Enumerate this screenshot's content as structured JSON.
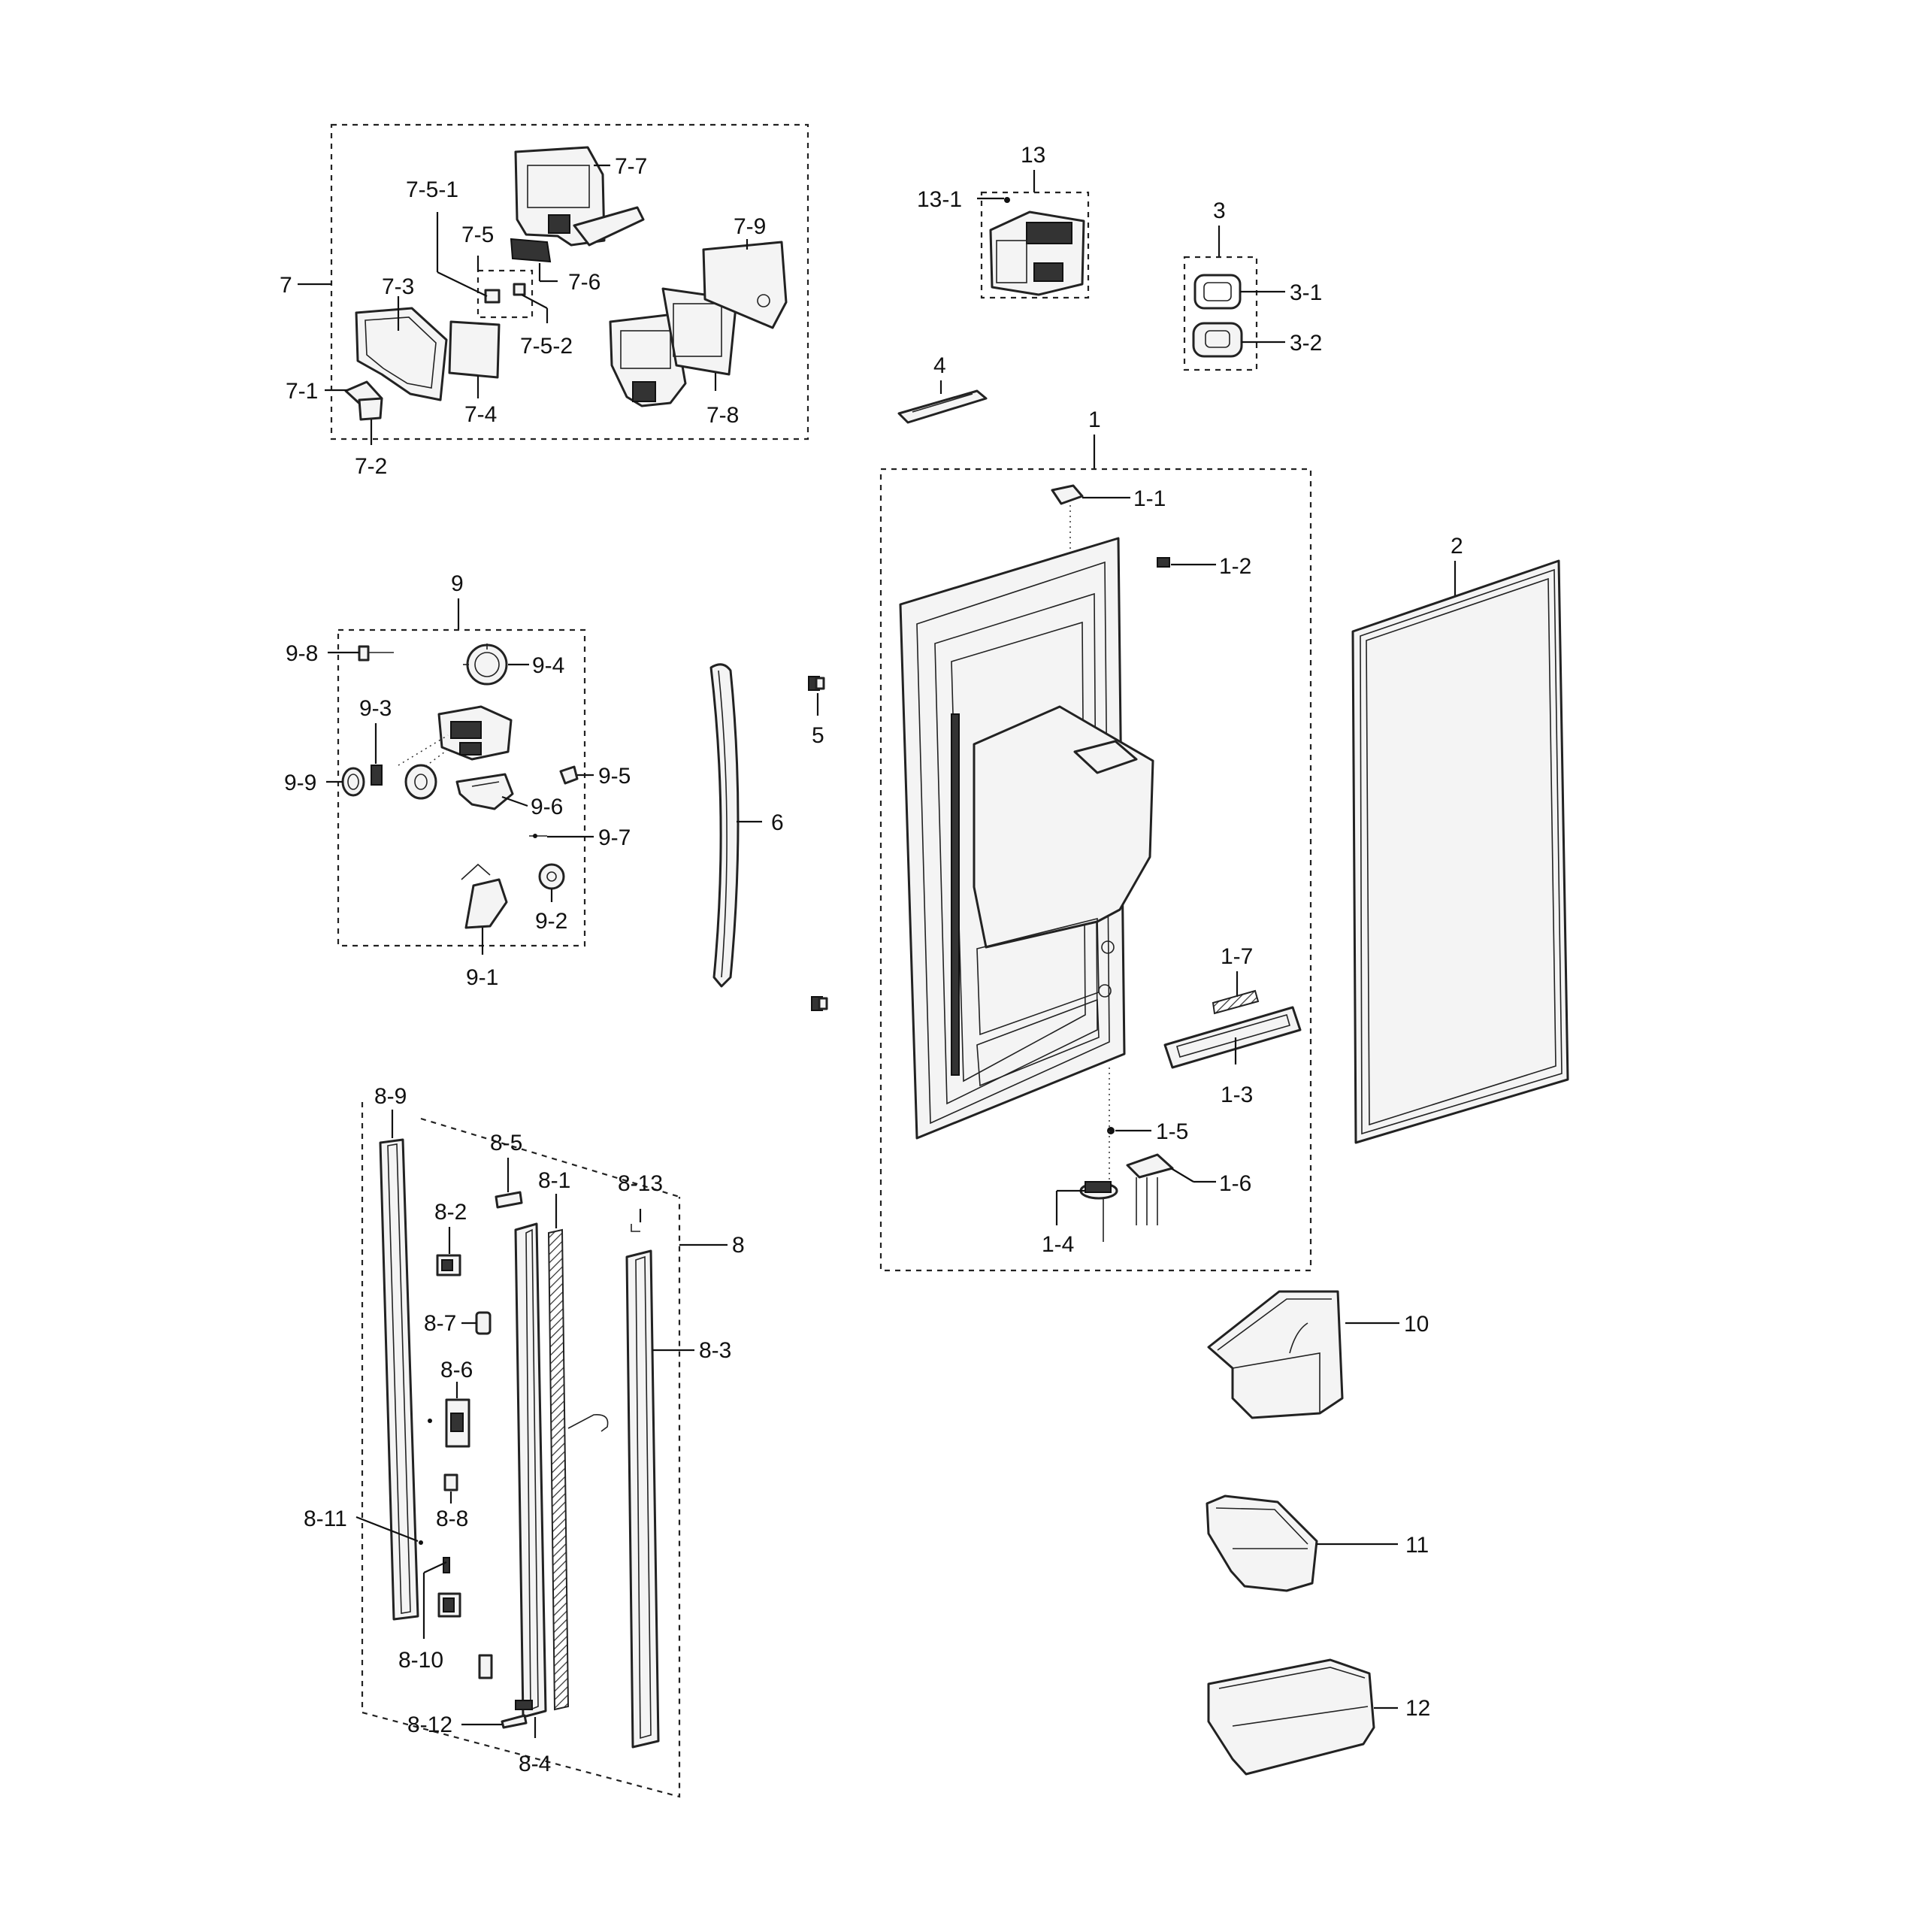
{
  "labels": {
    "l7": "7",
    "l7_1": "7-1",
    "l7_2": "7-2",
    "l7_3": "7-3",
    "l7_4": "7-4",
    "l7_5": "7-5",
    "l7_5_1": "7-5-1",
    "l7_5_2": "7-5-2",
    "l7_6": "7-6",
    "l7_7": "7-7",
    "l7_8": "7-8",
    "l7_9": "7-9",
    "l13": "13",
    "l13_1": "13-1",
    "l3": "3",
    "l3_1": "3-1",
    "l3_2": "3-2",
    "l4": "4",
    "l1": "1",
    "l1_1": "1-1",
    "l1_2": "1-2",
    "l1_3": "1-3",
    "l1_4": "1-4",
    "l1_5": "1-5",
    "l1_6": "1-6",
    "l1_7": "1-7",
    "l2": "2",
    "l9": "9",
    "l9_1": "9-1",
    "l9_2": "9-2",
    "l9_3": "9-3",
    "l9_4": "9-4",
    "l9_5": "9-5",
    "l9_6": "9-6",
    "l9_7": "9-7",
    "l9_8": "9-8",
    "l9_9": "9-9",
    "l5": "5",
    "l6": "6",
    "l8": "8",
    "l8_1": "8-1",
    "l8_2": "8-2",
    "l8_3": "8-3",
    "l8_4": "8-4",
    "l8_5": "8-5",
    "l8_6": "8-6",
    "l8_7": "8-7",
    "l8_8": "8-8",
    "l8_9": "8-9",
    "l8_10": "8-10",
    "l8_11": "8-11",
    "l8_12": "8-12",
    "l8_13": "8-13",
    "l10": "10",
    "l11": "11",
    "l12": "12"
  }
}
